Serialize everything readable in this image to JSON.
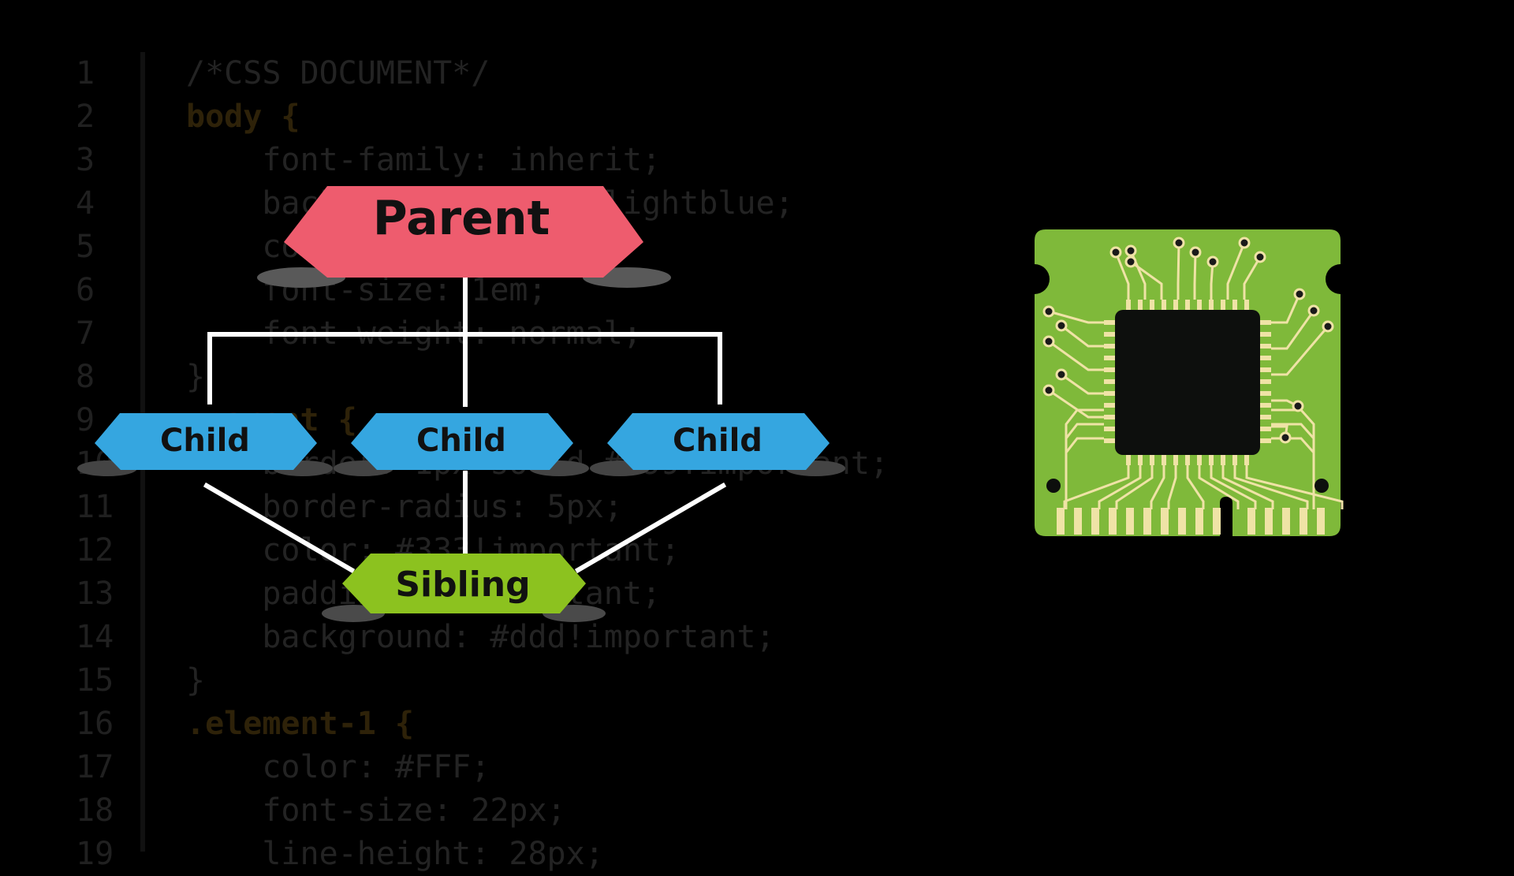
{
  "code_lines": [
    {
      "num": "1",
      "code": "/*CSS DOCUMENT*/",
      "sel": false
    },
    {
      "num": "2",
      "code": "body {",
      "sel": true
    },
    {
      "num": "3",
      "code": "    font-family: inherit;",
      "sel": false
    },
    {
      "num": "4",
      "code": "    background-color: lightblue;",
      "sel": false
    },
    {
      "num": "5",
      "code": "    color: #333;",
      "sel": false
    },
    {
      "num": "6",
      "code": "    font-size: 1em;",
      "sel": false
    },
    {
      "num": "7",
      "code": "    font-weight: normal;",
      "sel": false
    },
    {
      "num": "8",
      "code": "}",
      "sel": false
    },
    {
      "num": "9",
      "code": ".parent {",
      "sel": true
    },
    {
      "num": "10",
      "code": "    border: 1px solid #999!important;",
      "sel": false
    },
    {
      "num": "11",
      "code": "    border-radius: 5px;",
      "sel": false
    },
    {
      "num": "12",
      "code": "    color: #333!important;",
      "sel": false
    },
    {
      "num": "13",
      "code": "    padding: 0!important;",
      "sel": false
    },
    {
      "num": "14",
      "code": "    background: #ddd!important;",
      "sel": false
    },
    {
      "num": "15",
      "code": "}",
      "sel": false
    },
    {
      "num": "16",
      "code": ".element-1 {",
      "sel": true
    },
    {
      "num": "17",
      "code": "    color: #FFF;",
      "sel": false
    },
    {
      "num": "18",
      "code": "    font-size: 22px;",
      "sel": false
    },
    {
      "num": "19",
      "code": "    line-height: 28px;",
      "sel": false
    }
  ],
  "diagram": {
    "parent": {
      "label": "Parent",
      "color": "#ee5c6e"
    },
    "children": [
      {
        "label": "Child",
        "color": "#35a6e0"
      },
      {
        "label": "Child",
        "color": "#35a6e0"
      },
      {
        "label": "Child",
        "color": "#35a6e0"
      }
    ],
    "sibling": {
      "label": "Sibling",
      "color": "#8cc21f"
    },
    "connector_color": "#ffffff"
  },
  "chip": {
    "icon": "circuit-board-chip-icon",
    "board_color": "#7fb93a",
    "trace_color": "#efe3a6",
    "die_color": "#0d0f0d"
  }
}
